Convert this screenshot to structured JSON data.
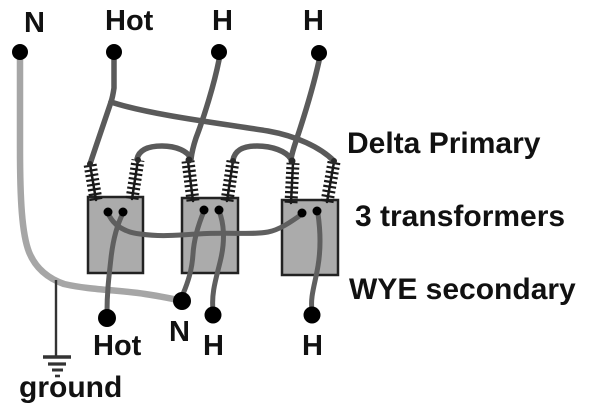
{
  "top_terminals": [
    {
      "label": "N"
    },
    {
      "label": "Hot"
    },
    {
      "label": "H"
    },
    {
      "label": "H"
    }
  ],
  "bottom_terminals": [
    {
      "label": "Hot"
    },
    {
      "label": "N"
    },
    {
      "label": "H"
    },
    {
      "label": "H"
    }
  ],
  "annotations": {
    "primary": "Delta Primary",
    "transformer_count": "3 transformers",
    "secondary": "WYE secondary",
    "ground": "ground"
  },
  "colors": {
    "phase_wire": "#5a5a5a",
    "neutral_wire": "#a6a6a6",
    "transformer_fill": "#ababab",
    "transformer_border": "#222222",
    "terminal_dot": "#000000",
    "label_text": "#111111",
    "background": "#ffffff"
  }
}
